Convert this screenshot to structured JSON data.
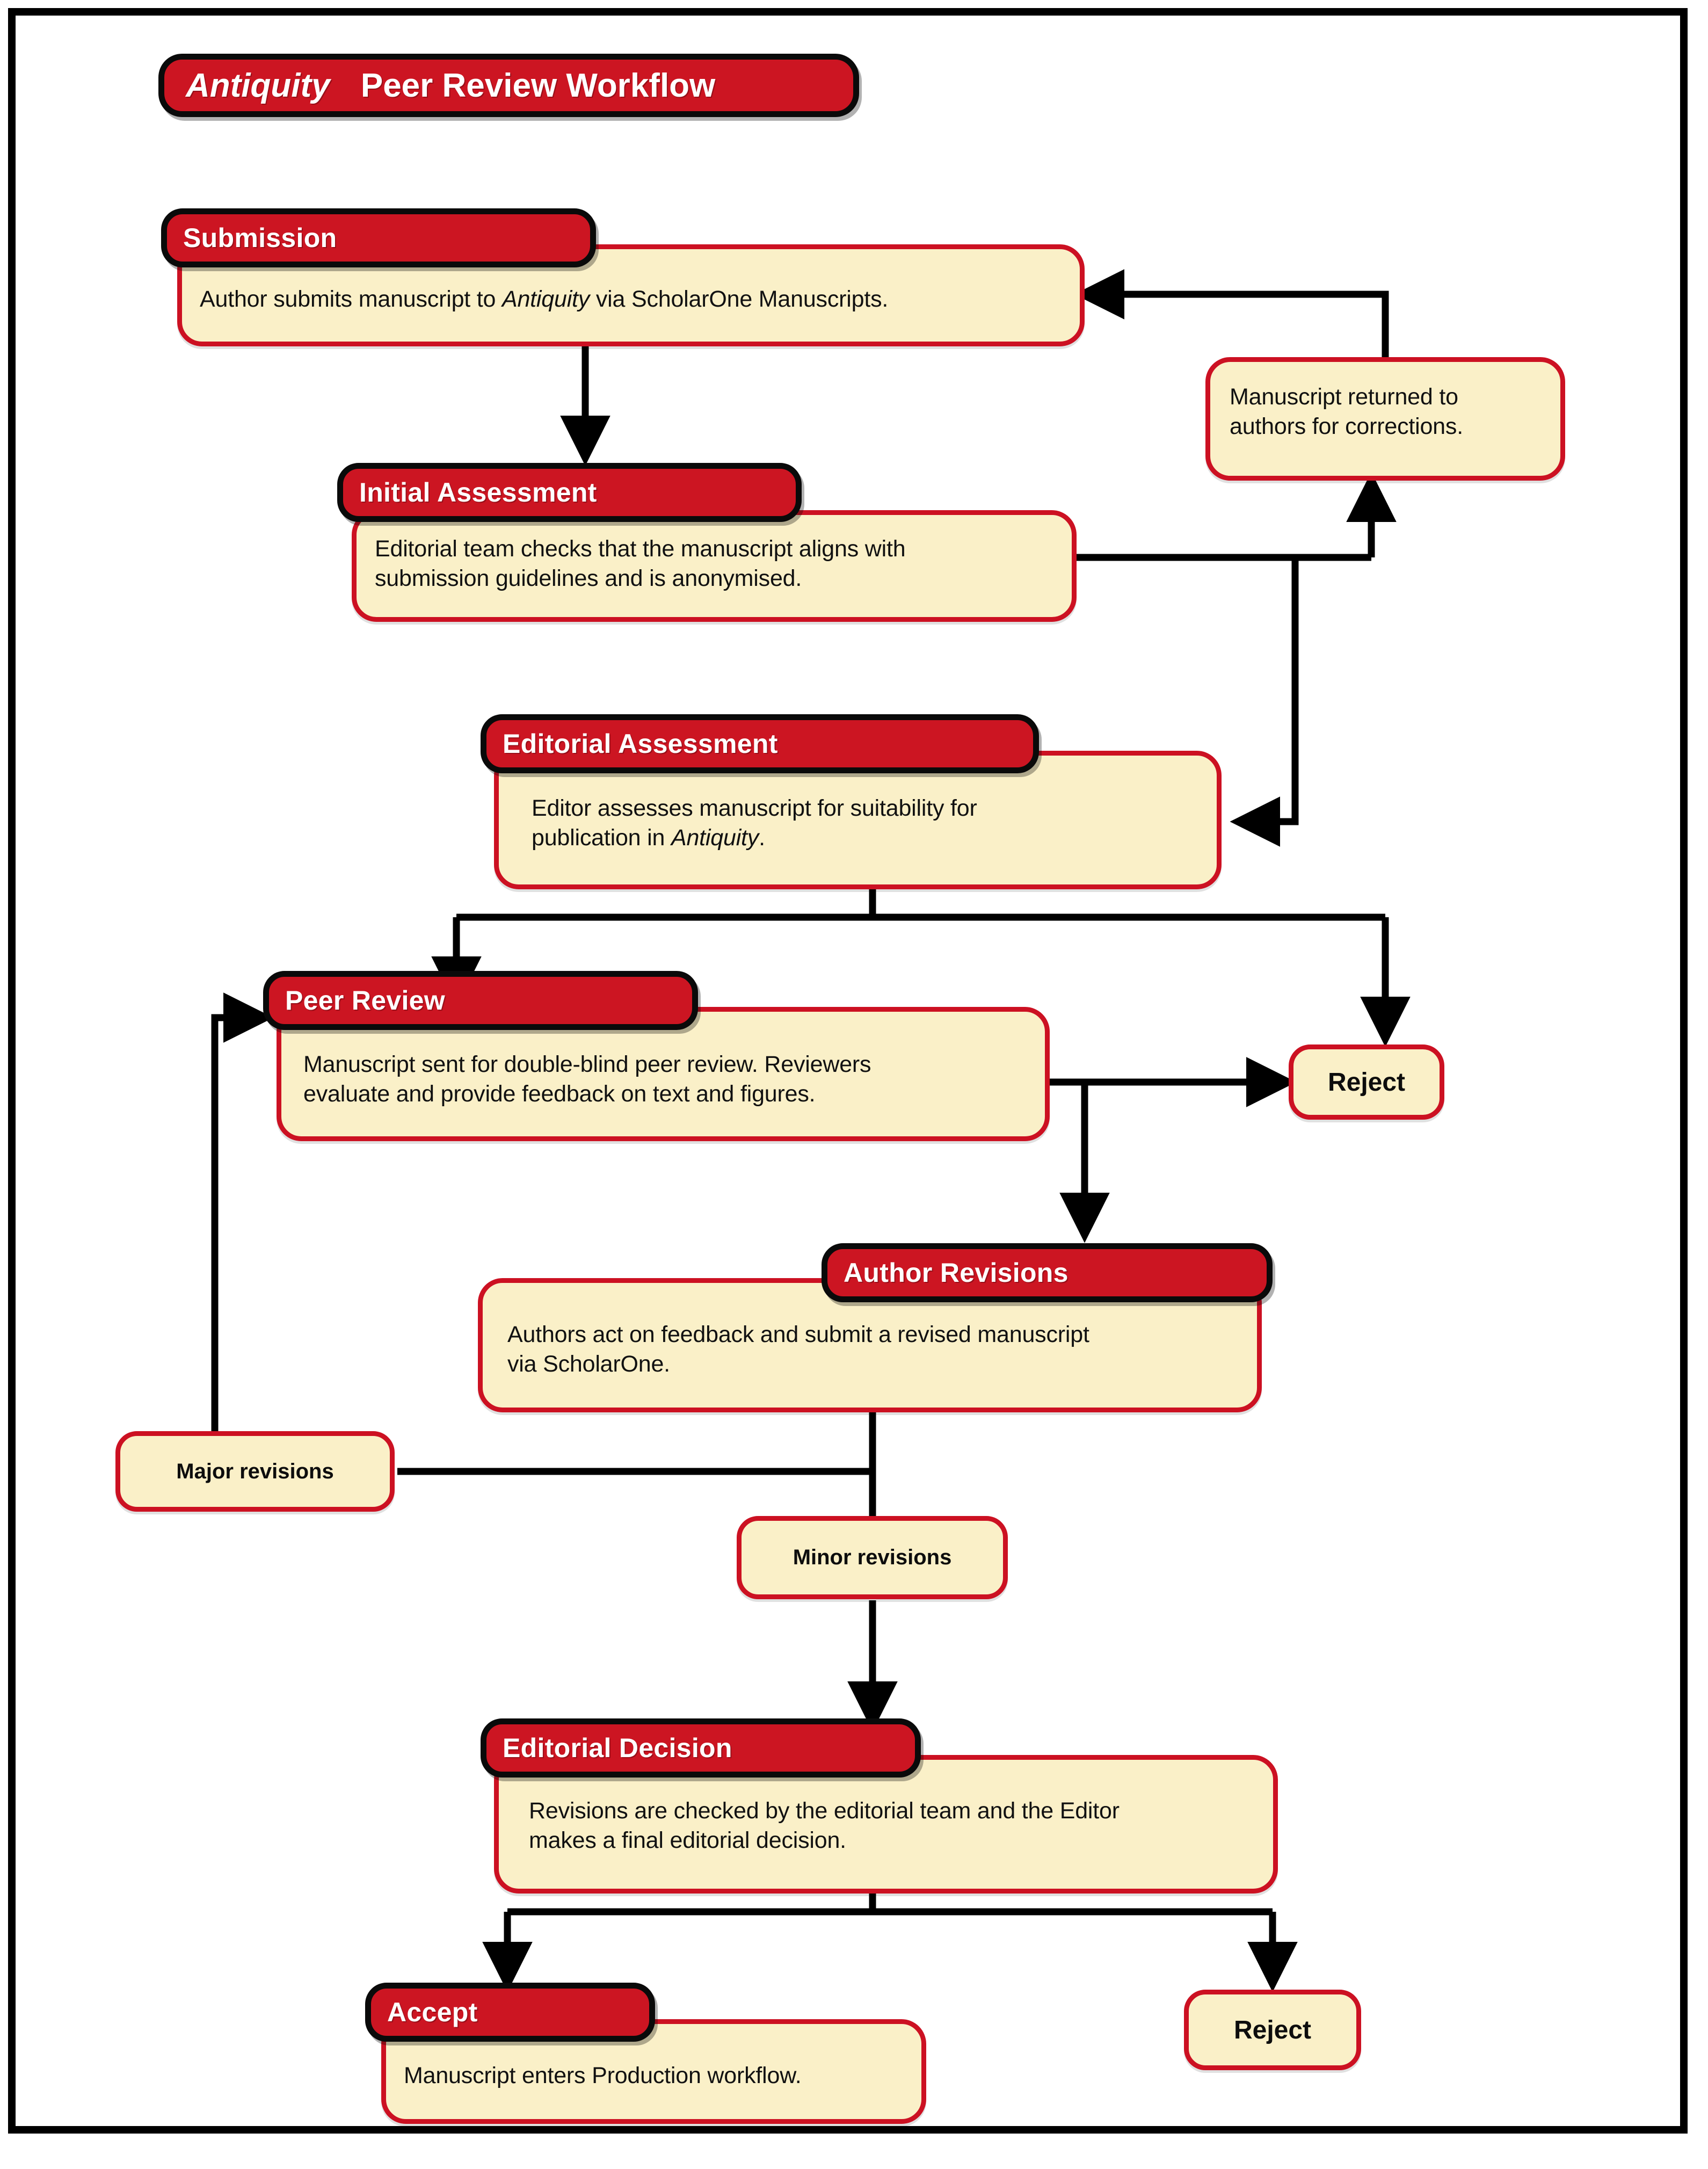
{
  "title": {
    "emphasis": "Antiquity",
    "rest": " Peer Review Workflow"
  },
  "colors": {
    "accent_red": "#CC1522",
    "border_red": "#CC1122",
    "body_cream": "#FAF0C8",
    "connector_black": "#000000",
    "header_text": "#FFFFFF",
    "body_text": "#111111"
  },
  "nodes": {
    "submission": {
      "header": "Submission",
      "body": "Author submits manuscript to Antiquity via ScholarOne Manuscripts.",
      "body_pre": "Author submits manuscript to ",
      "body_em": "Antiquity",
      "body_post": " via ScholarOne Manuscripts."
    },
    "initial_assessment": {
      "header": "Initial Assessment",
      "body": "Editorial team checks that the manuscript aligns with submission guidelines and is anonymised.",
      "line1": "Editorial team checks that the manuscript aligns with",
      "line2": "submission guidelines and is anonymised."
    },
    "returned": {
      "body": "Manuscript returned to authors for corrections.",
      "line1": "Manuscript returned to",
      "line2": "authors for corrections."
    },
    "editorial_assessment": {
      "header": "Editorial Assessment",
      "body": "Editor assesses manuscript for suitability for publication in Antiquity.",
      "line1_pre": "Editor assesses manuscript for suitability for",
      "line2_pre": "publication in ",
      "line2_em": "Antiquity",
      "line2_post": "."
    },
    "peer_review": {
      "header": "Peer Review",
      "body": "Manuscript sent for double-blind peer review. Reviewers evaluate and provide feedback on text and figures.",
      "line1": "Manuscript sent for double-blind peer review. Reviewers",
      "line2": "evaluate and provide feedback on text and figures."
    },
    "reject_top": {
      "label": "Reject"
    },
    "author_revisions": {
      "header": "Author Revisions",
      "body": "Authors act on feedback and submit a revised manuscript via ScholarOne.",
      "line1": "Authors act on feedback and submit a revised manuscript",
      "line2": "via ScholarOne."
    },
    "major_revisions": {
      "label": "Major revisions"
    },
    "minor_revisions": {
      "label": "Minor revisions"
    },
    "editorial_decision": {
      "header": "Editorial Decision",
      "body": "Revisions are checked by the editorial team and the Editor makes a final editorial decision.",
      "line1": "Revisions are checked by the editorial team and the Editor",
      "line2": "makes a final editorial decision."
    },
    "accept": {
      "header": "Accept",
      "body": "Manuscript enters Production workflow."
    },
    "reject_bottom": {
      "label": "Reject"
    }
  },
  "flow_edges": [
    {
      "from": "submission",
      "to": "initial_assessment",
      "kind": "down-arrow"
    },
    {
      "from": "initial_assessment",
      "to": "returned",
      "kind": "right-then-up-arrow"
    },
    {
      "from": "returned",
      "to": "submission",
      "kind": "up-then-left-arrow"
    },
    {
      "from": "initial_assessment",
      "to": "editorial_assessment",
      "kind": "right-then-down-left-arrow"
    },
    {
      "from": "editorial_assessment",
      "to": "peer_review",
      "kind": "split-down-left-arrow"
    },
    {
      "from": "editorial_assessment",
      "to": "reject_top",
      "kind": "split-down-right-arrow"
    },
    {
      "from": "peer_review",
      "to": "reject_top",
      "kind": "right-arrow"
    },
    {
      "from": "peer_review",
      "to": "author_revisions",
      "kind": "down-arrow"
    },
    {
      "from": "author_revisions",
      "to": "major_revisions",
      "kind": "down-then-left"
    },
    {
      "from": "author_revisions",
      "to": "minor_revisions",
      "kind": "down"
    },
    {
      "from": "major_revisions",
      "to": "peer_review",
      "kind": "left-then-up-arrow"
    },
    {
      "from": "minor_revisions",
      "to": "editorial_decision",
      "kind": "down-arrow"
    },
    {
      "from": "editorial_decision",
      "to": "accept",
      "kind": "split-down-left-arrow"
    },
    {
      "from": "editorial_decision",
      "to": "reject_bottom",
      "kind": "split-down-right-arrow"
    }
  ]
}
